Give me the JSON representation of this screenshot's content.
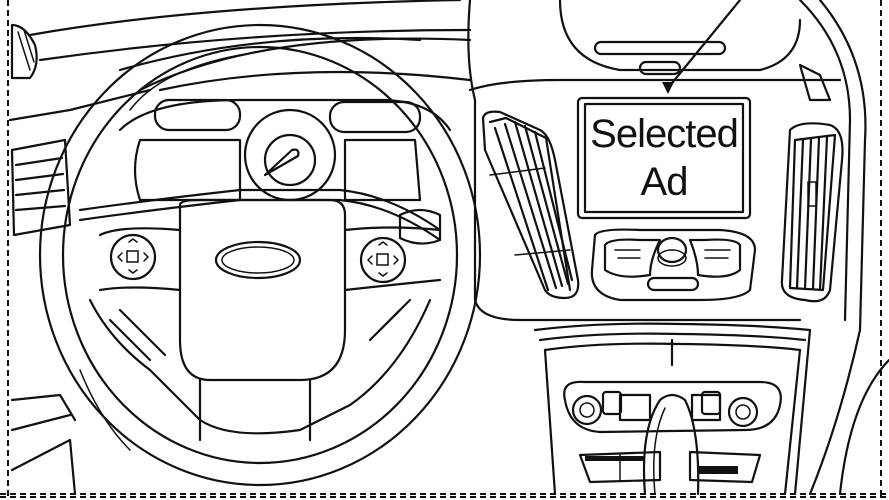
{
  "figure": {
    "type": "patent-line-drawing",
    "subject": "vehicle dashboard interior",
    "display_screen": {
      "text_line_1": "Selected",
      "text_line_2": "Ad"
    },
    "components": [
      "steering-wheel",
      "airbag-hub-with-logo",
      "left-control-pad",
      "right-control-pad",
      "instrument-cluster",
      "center-display-screen",
      "left-center-air-vent",
      "right-center-air-vent",
      "left-side-air-vent",
      "climate-control-panel",
      "gear-shifter",
      "lower-console"
    ],
    "colors": {
      "line": "#111111",
      "background": "#ffffff"
    }
  }
}
